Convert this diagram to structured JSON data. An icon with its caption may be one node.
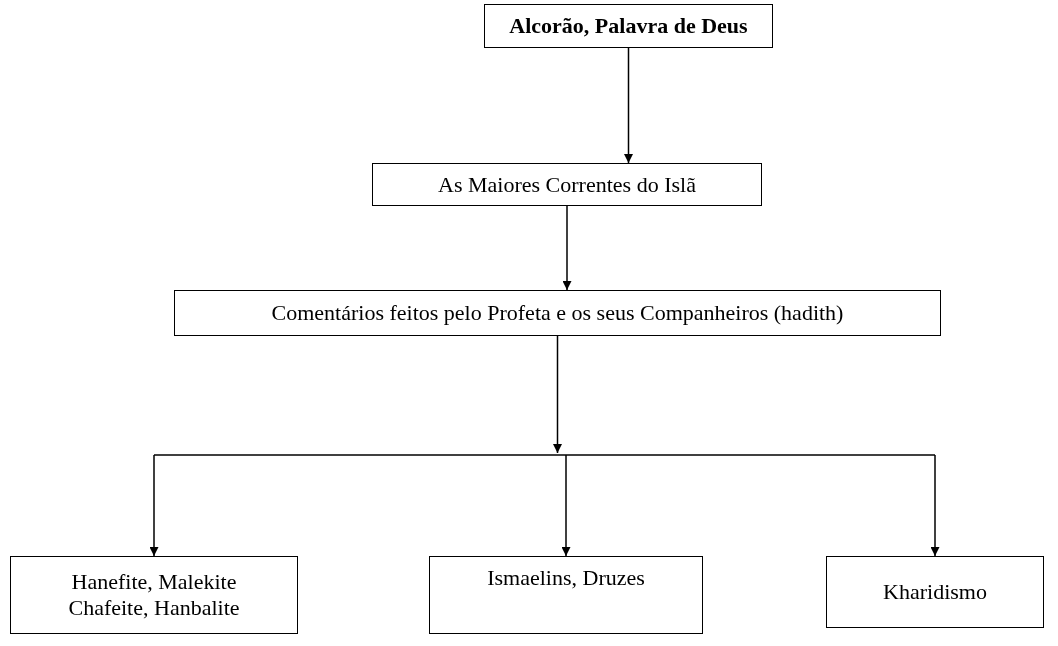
{
  "diagram": {
    "nodes": [
      {
        "text": [
          "Alcorão, Palavra de Deus"
        ]
      },
      {
        "text": [
          "As Maiores Correntes do Islã"
        ]
      },
      {
        "text": [
          "Comentários feitos pelo Profeta e os seus Companheiros (hadith)"
        ]
      },
      {
        "text": [
          "Hanefite, Malekite Chafeite, Hanbalite"
        ]
      },
      {
        "text": [
          "Ismaelins, Druzes"
        ]
      },
      {
        "text": [
          "Kharidismo"
        ]
      }
    ],
    "edges": [
      {
        "from": 0,
        "to": 1,
        "arrow": "to"
      },
      {
        "from": 1,
        "to": 2,
        "arrow": "to"
      },
      {
        "from": 2,
        "to": 3,
        "arrow": "to"
      },
      {
        "from": 2,
        "to": 4,
        "arrow": "to"
      },
      {
        "from": 2,
        "to": 5,
        "arrow": "to"
      }
    ]
  }
}
